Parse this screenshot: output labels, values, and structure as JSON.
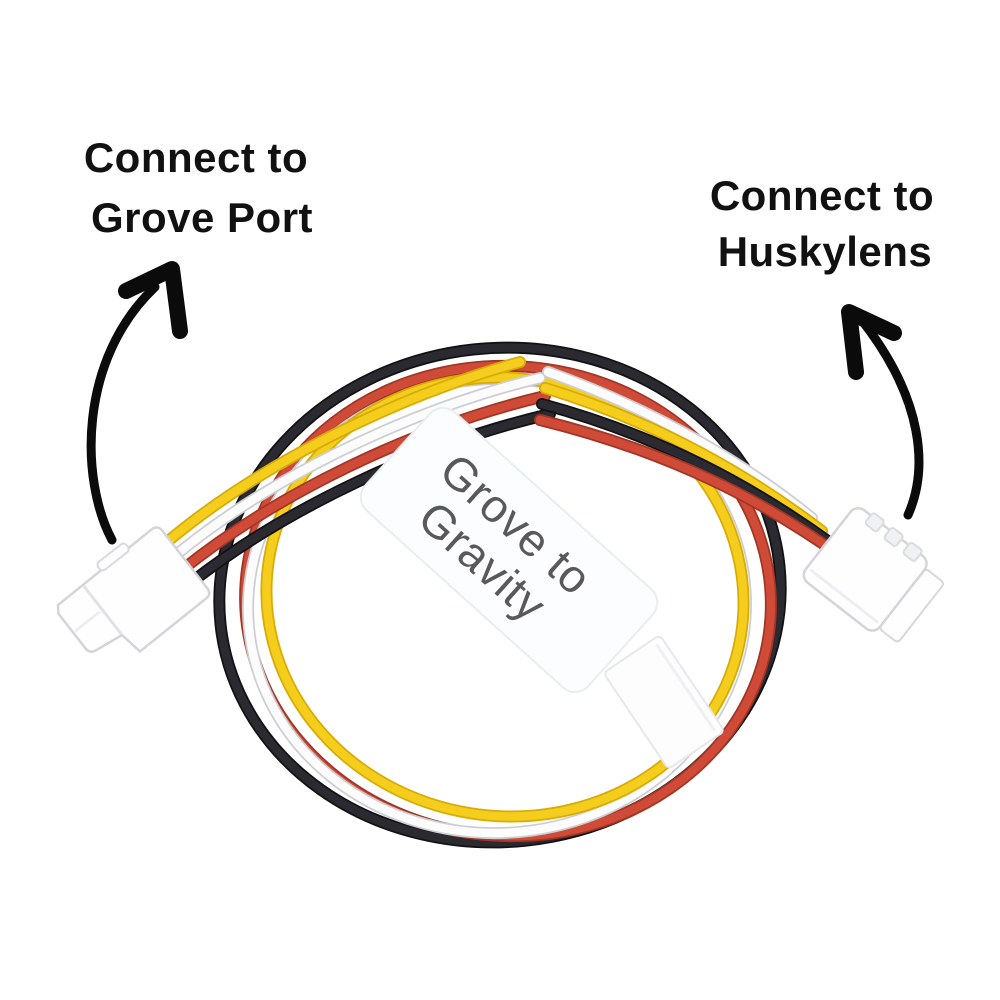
{
  "annotations": {
    "left": {
      "line1": "Connect to",
      "line2": "Grove Port"
    },
    "right": {
      "line1": "Connect to",
      "line2": "Huskylens"
    }
  },
  "cable_label": {
    "line1": "Grove to",
    "line2": "Gravity"
  },
  "icons": {
    "left_arrow": "curved-arrow-up-right",
    "right_arrow": "curved-arrow-up-left"
  },
  "colors": {
    "background": "#ffffff",
    "annotation_text": "#111111",
    "arrow": "#0b0b0b",
    "wire_black": "#2a2a30",
    "wire_red": "#cf4b38",
    "wire_yellow": "#f4cd1d",
    "wire_white": "#fcfcfd",
    "connector_body": "#fefeff",
    "label_background": "#fcfdfe",
    "label_text": "#59595b",
    "sleeve_background": "#fdfdfe"
  }
}
